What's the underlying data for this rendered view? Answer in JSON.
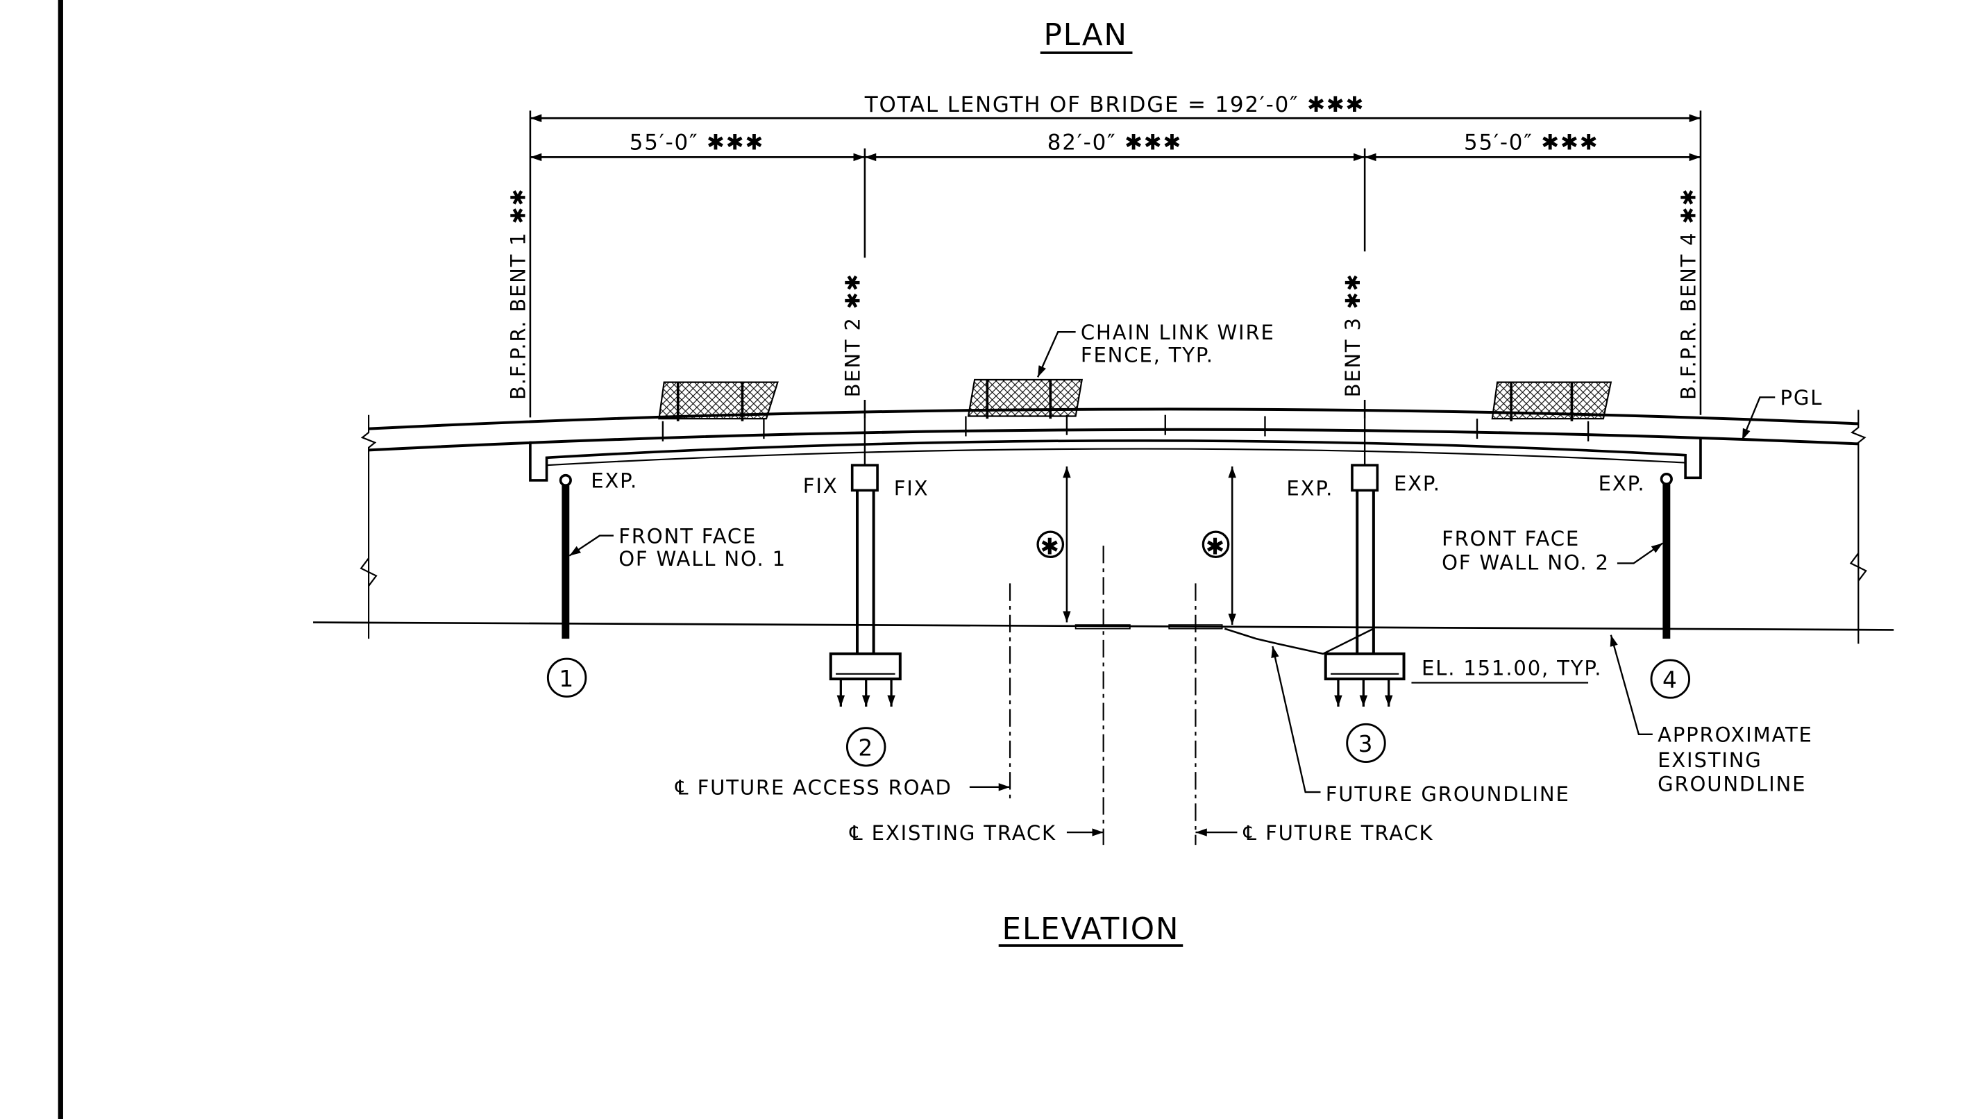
{
  "titles": {
    "plan": "PLAN",
    "elevation": "ELEVATION"
  },
  "dimensions": {
    "total": "TOTAL LENGTH OF BRIDGE = 192′-0″ ✱✱✱",
    "span1": "55′-0″ ✱✱✱",
    "span2": "82′-0″ ✱✱✱",
    "span3": "55′-0″ ✱✱✱"
  },
  "bents": {
    "bent1": "B.F.P.R. BENT 1 ✱✱",
    "bent2": "BENT 2 ✱✱",
    "bent3": "BENT 3 ✱✱",
    "bent4": "B.F.P.R. BENT 4 ✱✱"
  },
  "bearings": {
    "b1": "EXP.",
    "b2_left": "FIX",
    "b2_right": "FIX",
    "b3_left": "EXP.",
    "b3_right": "EXP.",
    "b4": "EXP."
  },
  "bubbles": {
    "n1": "1",
    "n2": "2",
    "n3": "3",
    "n4": "4",
    "clearance": "✱"
  },
  "notes": {
    "fence_line1": "CHAIN LINK WIRE",
    "fence_line2": "FENCE, TYP.",
    "pgl": "PGL",
    "wall1_line1": "FRONT FACE",
    "wall1_line2": "OF WALL NO. 1",
    "wall2_line1": "FRONT FACE",
    "wall2_line2": "OF WALL NO. 2",
    "elevation_note": "EL. 151.00, TYP.",
    "approx_line1": "APPROXIMATE",
    "approx_line2": "EXISTING",
    "approx_line3": "GROUNDLINE",
    "future_access_road": "℄ FUTURE ACCESS ROAD",
    "future_groundline": "FUTURE GROUNDLINE",
    "existing_track": "℄ EXISTING TRACK",
    "future_track": "℄ FUTURE TRACK"
  }
}
